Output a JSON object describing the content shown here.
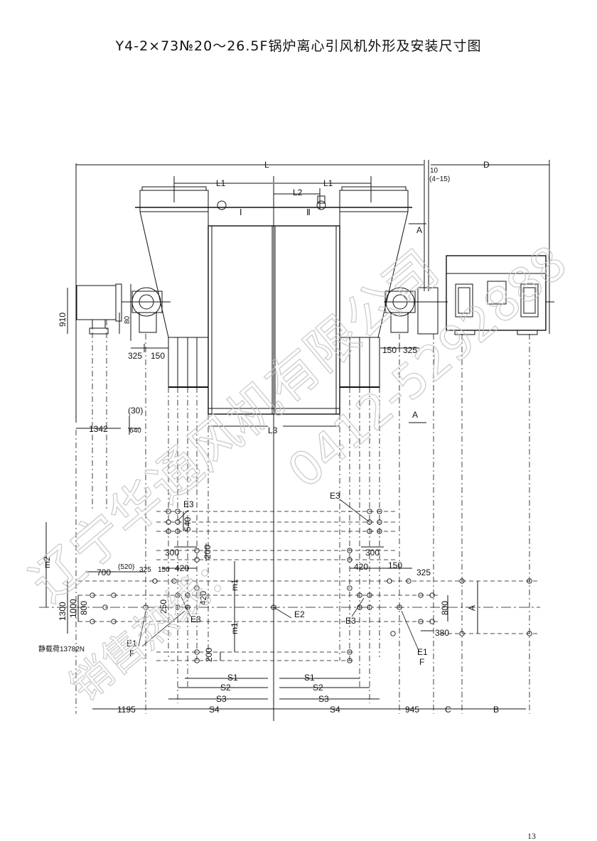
{
  "title": "Y4-2×73№20～26.5F锅炉离心引风机外形及安装尺寸图",
  "dimensions": {
    "L": "L",
    "L1": "L1",
    "L2": "L2",
    "L3": "L3",
    "D": "D",
    "d10": "10",
    "d4_15": "(4~15)",
    "A": "A",
    "d910": "910",
    "d80": "80",
    "d325": "325",
    "d150": "150",
    "d30": "(30)",
    "d1342": "1342",
    "d640": "640",
    "E3": "E3",
    "d540": "540",
    "d300": "300",
    "d200": "200",
    "d420": "420",
    "m2": "m2",
    "d700": "700",
    "d520": "(520)",
    "d1300": "1300",
    "d1000": "1000",
    "d800": "800",
    "d250": "250",
    "m1": "m1",
    "E2": "E2",
    "E1": "E1",
    "F": "F",
    "static_load": "静载荷13782N",
    "d380": "380",
    "S1": "S1",
    "S2": "S2",
    "S3": "S3",
    "S4": "S4",
    "d1195": "1195",
    "d945": "945",
    "C": "C",
    "B": "B"
  },
  "roman": {
    "I": "Ⅰ",
    "II": "Ⅱ"
  },
  "watermark": {
    "company": "辽宁华通风机有限公司",
    "hotline": "销售热线：",
    "phone": "0412-5292888"
  },
  "page_number": "13"
}
